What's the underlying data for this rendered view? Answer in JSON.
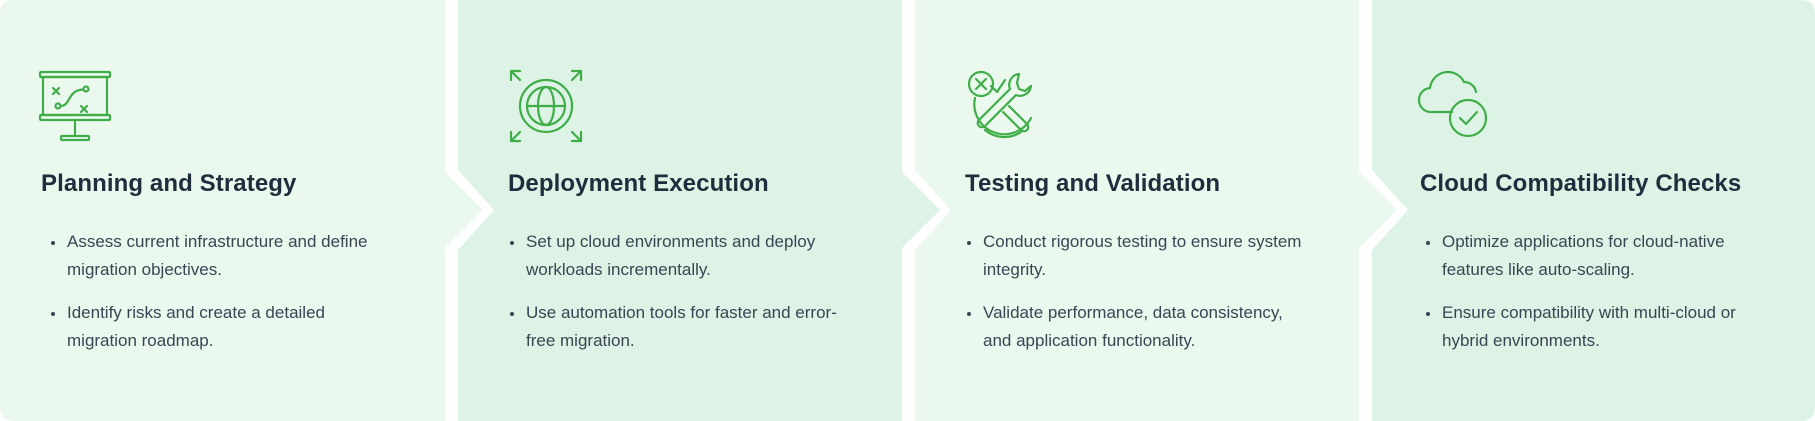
{
  "colors": {
    "light_panel": "#eaf8ee",
    "dark_panel": "#ddf3e5",
    "icon_green": "#3fae49",
    "title": "#1f2d3d",
    "body_text": "#3a4554"
  },
  "steps": [
    {
      "icon": "presentation-board-icon",
      "title": "Planning and Strategy",
      "bullets": [
        "Assess current infrastructure and define migration objectives.",
        "Identify risks and create a detailed migration roadmap."
      ]
    },
    {
      "icon": "globe-expand-icon",
      "title": "Deployment Execution",
      "bullets": [
        "Set up cloud environments and deploy workloads incrementally.",
        "Use automation tools for faster and error-free migration."
      ]
    },
    {
      "icon": "tools-check-icon",
      "title": "Testing and Validation",
      "bullets": [
        "Conduct rigorous testing to ensure system integrity.",
        "Validate performance, data consistency, and application functionality."
      ]
    },
    {
      "icon": "cloud-check-icon",
      "title": "Cloud Compatibility Checks",
      "bullets": [
        "Optimize applications for cloud-native features like auto-scaling.",
        "Ensure compatibility with multi-cloud or hybrid environments."
      ]
    }
  ]
}
